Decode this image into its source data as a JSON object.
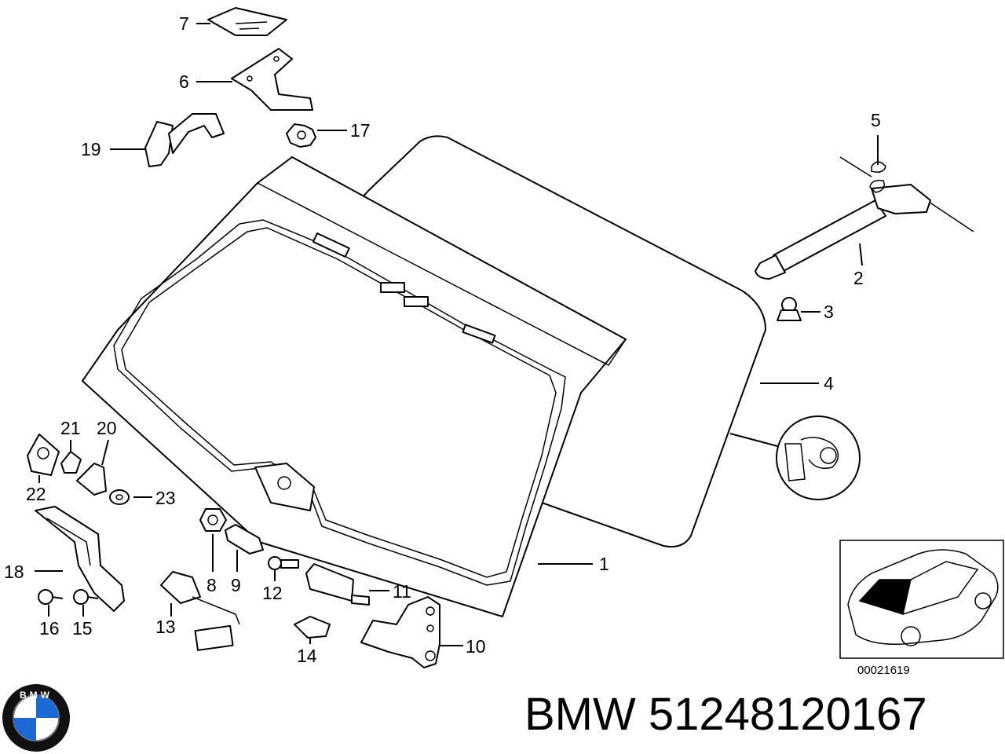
{
  "title": "BMW 51248120167",
  "reference_code": "00021619",
  "logo": {
    "text": "BMW",
    "colors": {
      "blue": "#1c69d4",
      "ring": "#111111",
      "white": "#ffffff"
    }
  },
  "callouts": [
    "1",
    "2",
    "3",
    "4",
    "5",
    "6",
    "7",
    "8",
    "9",
    "10",
    "11",
    "12",
    "13",
    "14",
    "15",
    "16",
    "17",
    "18",
    "19",
    "20",
    "21",
    "22",
    "23"
  ]
}
